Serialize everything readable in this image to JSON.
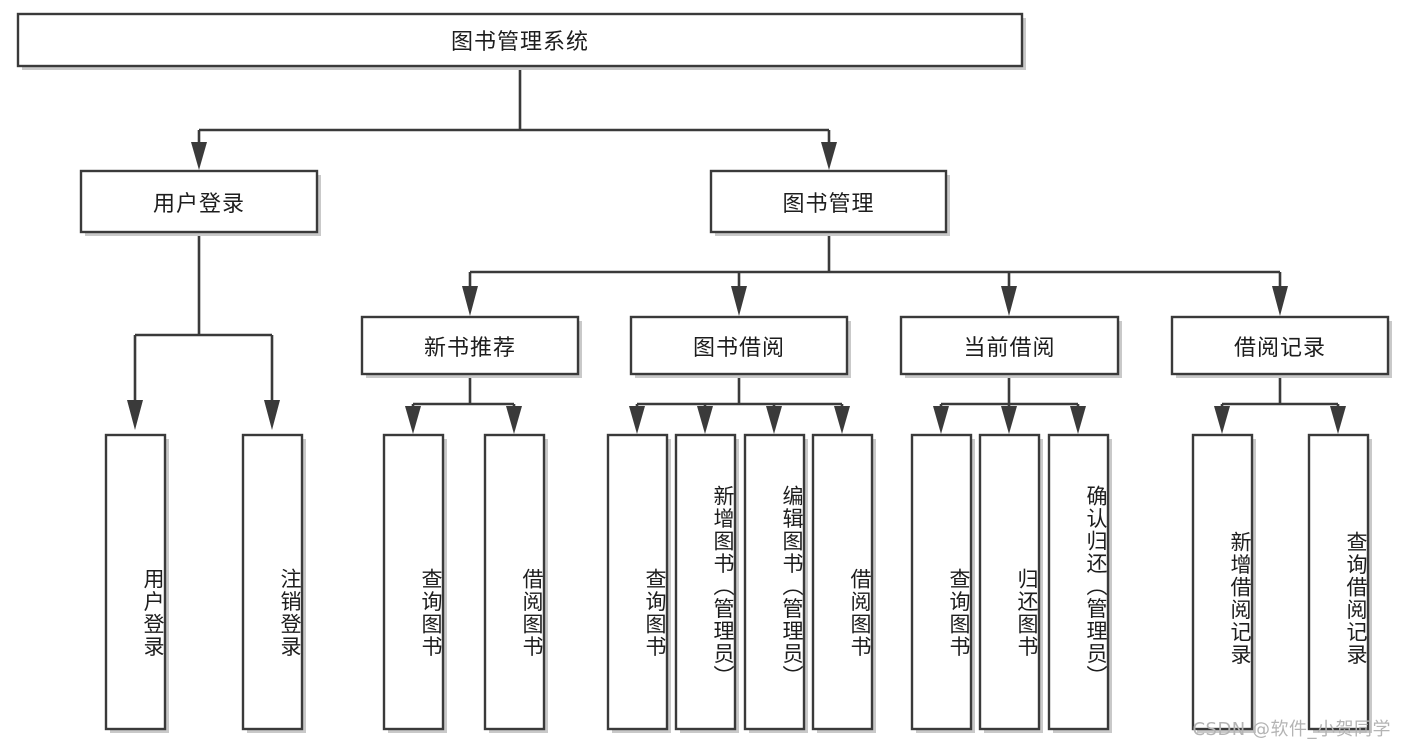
{
  "diagram": {
    "title": "图书管理系统",
    "type": "功能结构图",
    "watermark": "CSDN @软件_小贺同学",
    "colors": {
      "box_fill": "#ffffff",
      "box_stroke": "#3a3a3a",
      "shadow": "#c9c9c9",
      "text": "#1d1d1d",
      "watermark": "#b4b4b4",
      "background": "#ffffff"
    },
    "levels": {
      "root": {
        "label": "图书管理系统"
      },
      "level2": [
        {
          "label": "用户登录"
        },
        {
          "label": "图书管理"
        }
      ],
      "level3": [
        {
          "label": "新书推荐"
        },
        {
          "label": "图书借阅"
        },
        {
          "label": "当前借阅"
        },
        {
          "label": "借阅记录"
        }
      ],
      "level4": [
        {
          "label": "用户登录",
          "parent": "用户登录"
        },
        {
          "label": "注销登录",
          "parent": "用户登录"
        },
        {
          "label": "查询图书",
          "parent": "新书推荐"
        },
        {
          "label": "借阅图书",
          "parent": "新书推荐"
        },
        {
          "label": "查询图书",
          "parent": "图书借阅"
        },
        {
          "label": "新增图书（管理员）",
          "parent": "图书借阅"
        },
        {
          "label": "编辑图书（管理员）",
          "parent": "图书借阅"
        },
        {
          "label": "借阅图书",
          "parent": "图书借阅"
        },
        {
          "label": "查询图书",
          "parent": "当前借阅"
        },
        {
          "label": "归还图书",
          "parent": "当前借阅"
        },
        {
          "label": "确认归还（管理员）",
          "parent": "当前借阅"
        },
        {
          "label": "新增借阅记录",
          "parent": "借阅记录"
        },
        {
          "label": "查询借阅记录",
          "parent": "借阅记录"
        }
      ]
    }
  }
}
